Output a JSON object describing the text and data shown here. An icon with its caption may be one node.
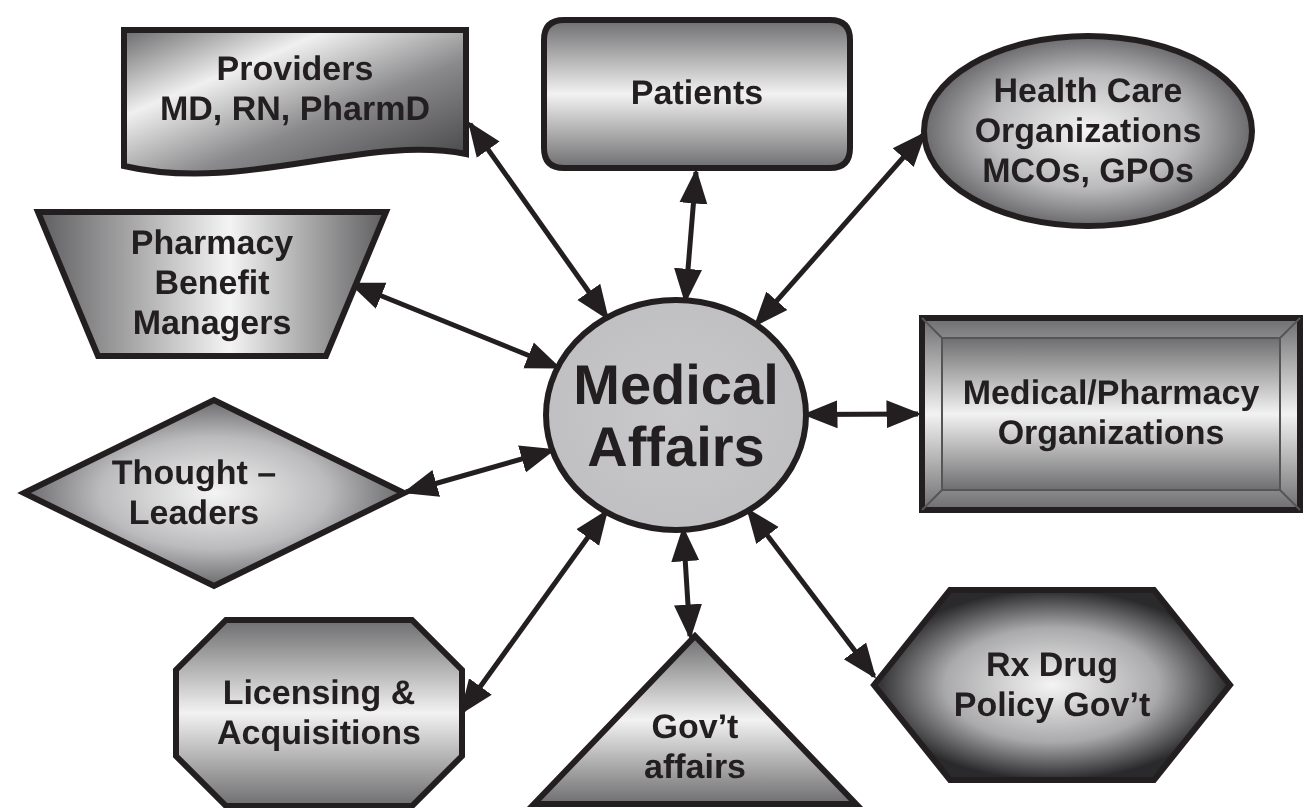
{
  "diagram": {
    "nodes": [
      {
        "text": [
          "Medical Affairs"
        ]
      },
      {
        "text": [
          "Providers",
          "MD, RN, PharmD"
        ]
      },
      {
        "text": [
          "Patients"
        ]
      },
      {
        "text": [
          "Health Care Organizations",
          "MCOs, GPOs"
        ]
      },
      {
        "text": [
          "Pharmacy Benefit Managers"
        ]
      },
      {
        "text": [
          "Medical/Pharmacy Organizations"
        ]
      },
      {
        "text": [
          "Thought – Leaders"
        ]
      },
      {
        "text": [
          "Licensing & Acquisitions"
        ]
      },
      {
        "text": [
          "Gov’t affairs"
        ]
      },
      {
        "text": [
          "Rx Drug Policy Gov’t"
        ]
      }
    ],
    "edges": [
      {
        "from": 0,
        "to": 1,
        "arrow": "both"
      },
      {
        "from": 0,
        "to": 2,
        "arrow": "both"
      },
      {
        "from": 0,
        "to": 3,
        "arrow": "both"
      },
      {
        "from": 0,
        "to": 4,
        "arrow": "both"
      },
      {
        "from": 0,
        "to": 5,
        "arrow": "both"
      },
      {
        "from": 0,
        "to": 6,
        "arrow": "both"
      },
      {
        "from": 0,
        "to": 7,
        "arrow": "both"
      },
      {
        "from": 0,
        "to": 8,
        "arrow": "both"
      },
      {
        "from": 0,
        "to": 9,
        "arrow": "both"
      }
    ]
  }
}
